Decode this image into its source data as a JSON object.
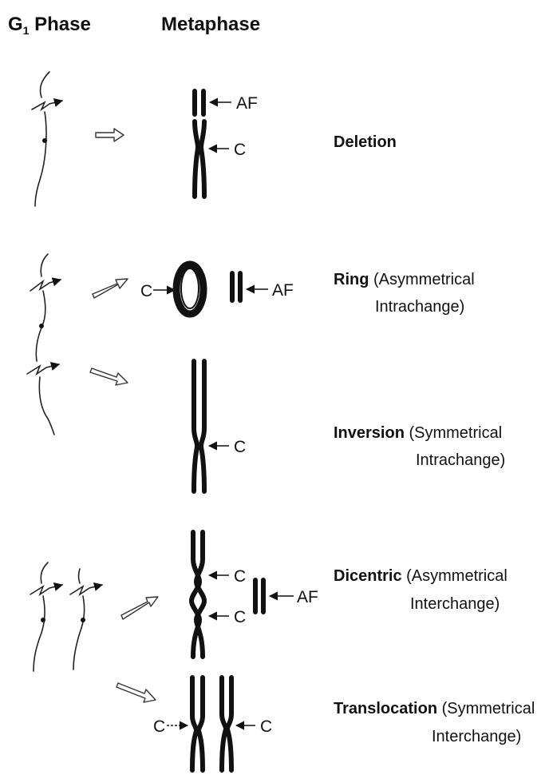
{
  "headers": {
    "g1_prefix": "G",
    "g1_sub": "1",
    "g1_suffix": " Phase",
    "metaphase": "Metaphase"
  },
  "markers": {
    "acentric_fragment": "AF",
    "centromere": "C"
  },
  "aberrations": [
    {
      "name": "Deletion",
      "desc1": "",
      "desc2": ""
    },
    {
      "name": "Ring",
      "desc1": " (Asymmetrical",
      "desc2": "Intrachange)"
    },
    {
      "name": "Inversion",
      "desc1": " (Symmetrical",
      "desc2": "Intrachange)"
    },
    {
      "name": "Dicentric",
      "desc1": " (Asymmetrical",
      "desc2": "Interchange)"
    },
    {
      "name": "Translocation",
      "desc1": " (Symmetrical",
      "desc2": "Interchange)"
    }
  ],
  "colors": {
    "ink": "#111111",
    "background": "#ffffff"
  }
}
